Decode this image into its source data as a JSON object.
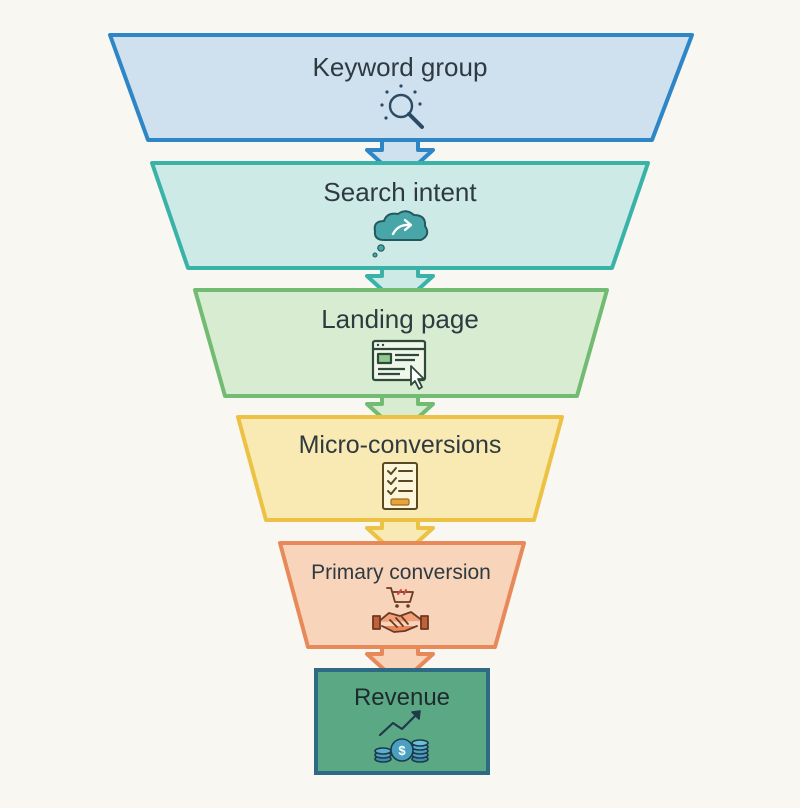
{
  "funnel": {
    "stages": [
      {
        "label": "Keyword group",
        "icon": "magnifier-sparkle-icon",
        "fill": "#cfe1ee",
        "stroke": "#2f86c6"
      },
      {
        "label": "Search intent",
        "icon": "thought-cloud-arrow-icon",
        "fill": "#cdeae6",
        "stroke": "#39b3a8"
      },
      {
        "label": "Landing page",
        "icon": "browser-window-cursor-icon",
        "fill": "#d7ecd0",
        "stroke": "#72bb72"
      },
      {
        "label": "Micro-conversions",
        "icon": "checklist-icon",
        "fill": "#f9eab4",
        "stroke": "#ecc144"
      },
      {
        "label": "Primary conversion",
        "icon": "cart-handshake-icon",
        "fill": "#f8d4bb",
        "stroke": "#e8895a"
      },
      {
        "label": "Revenue",
        "icon": "coins-growth-icon",
        "fill": "#5aa984",
        "stroke": "#2f6a85"
      }
    ]
  }
}
